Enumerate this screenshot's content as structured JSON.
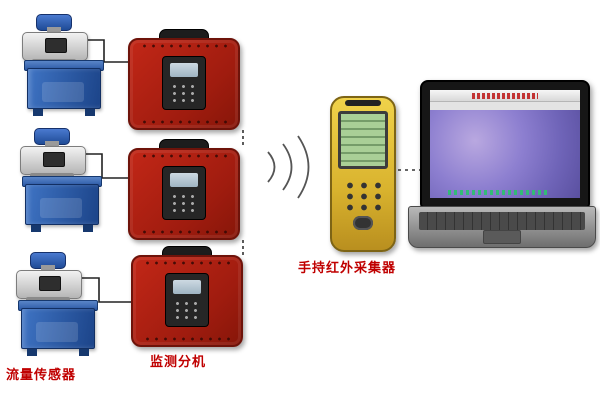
{
  "labels": {
    "flow_sensor": "流量传感器",
    "monitor_unit": "监测分机",
    "handheld_collector": "手持红外采集器"
  },
  "colors": {
    "label_red": "#c00000",
    "monitor_box_red": "#c22717",
    "tank_blue": "#2457a8",
    "handheld_yellow": "#f0d24a",
    "lcd_green": "#a9cf96",
    "laptop_screen_blue": "#8d7fd0"
  }
}
